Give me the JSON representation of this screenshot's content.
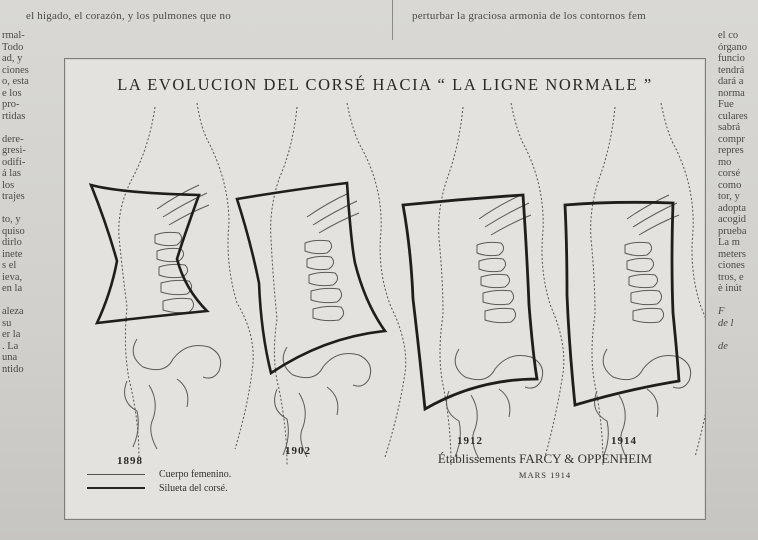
{
  "top_text": {
    "left": "el higado,  el corazón, y los pulmones que no",
    "right": "perturbar la graciosa  armonia de los contornos fem"
  },
  "left_column": [
    "rmal-",
    "Todo",
    "ad, y",
    "ciones",
    "o, esta",
    "e los",
    "pro-",
    "rtidas",
    "",
    "dere-",
    "gresi-",
    "odifi-",
    "á las",
    "los",
    "trajes",
    "",
    "to, y",
    "quiso",
    "dirlo",
    "inete",
    "s el",
    "ieva,",
    "en la",
    "",
    "aleza",
    "su",
    "er la",
    ". La",
    "una",
    "ntido"
  ],
  "right_column": [
    "el co",
    "órgano",
    "funcio",
    "tendrá",
    "dará a",
    "norma",
    "Fue",
    "culares",
    "sabrá",
    "compr",
    "repres",
    "mo",
    "corsé",
    "como",
    "tor, y",
    "adopta",
    "acogid",
    "prueba",
    "La m",
    "meters",
    "ciones",
    "tros, e",
    "è inút",
    "",
    "F",
    "de l",
    "",
    "de"
  ],
  "figure": {
    "title": "LA EVOLUCION DEL CORSÉ HACIA “ LA LIGNE NORMALE ”",
    "years": [
      "1898",
      "1902",
      "1912",
      "1914"
    ],
    "legend": {
      "body_label": "Cuerpo femenino.",
      "corset_label": "Silueta del corsé."
    },
    "credit": "Établissements FARCY & OPPENHEIM",
    "credit_date": "MARS 1914"
  }
}
